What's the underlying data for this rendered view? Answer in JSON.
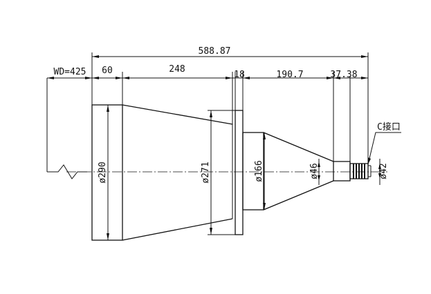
{
  "dimensions": {
    "overall_length": "588.87",
    "working_distance": "WD=425",
    "seg_front": "60",
    "seg_front_cone": "248",
    "seg_flange": "18",
    "seg_rear_cone": "190.7",
    "seg_mount": "37.38",
    "dia_front": "ø290",
    "dia_mid": "ø271",
    "dia_flange_rear": "ø166",
    "dia_neck": "ø46",
    "dia_mount": "ø42"
  },
  "labels": {
    "mount_callout": "C接口"
  }
}
